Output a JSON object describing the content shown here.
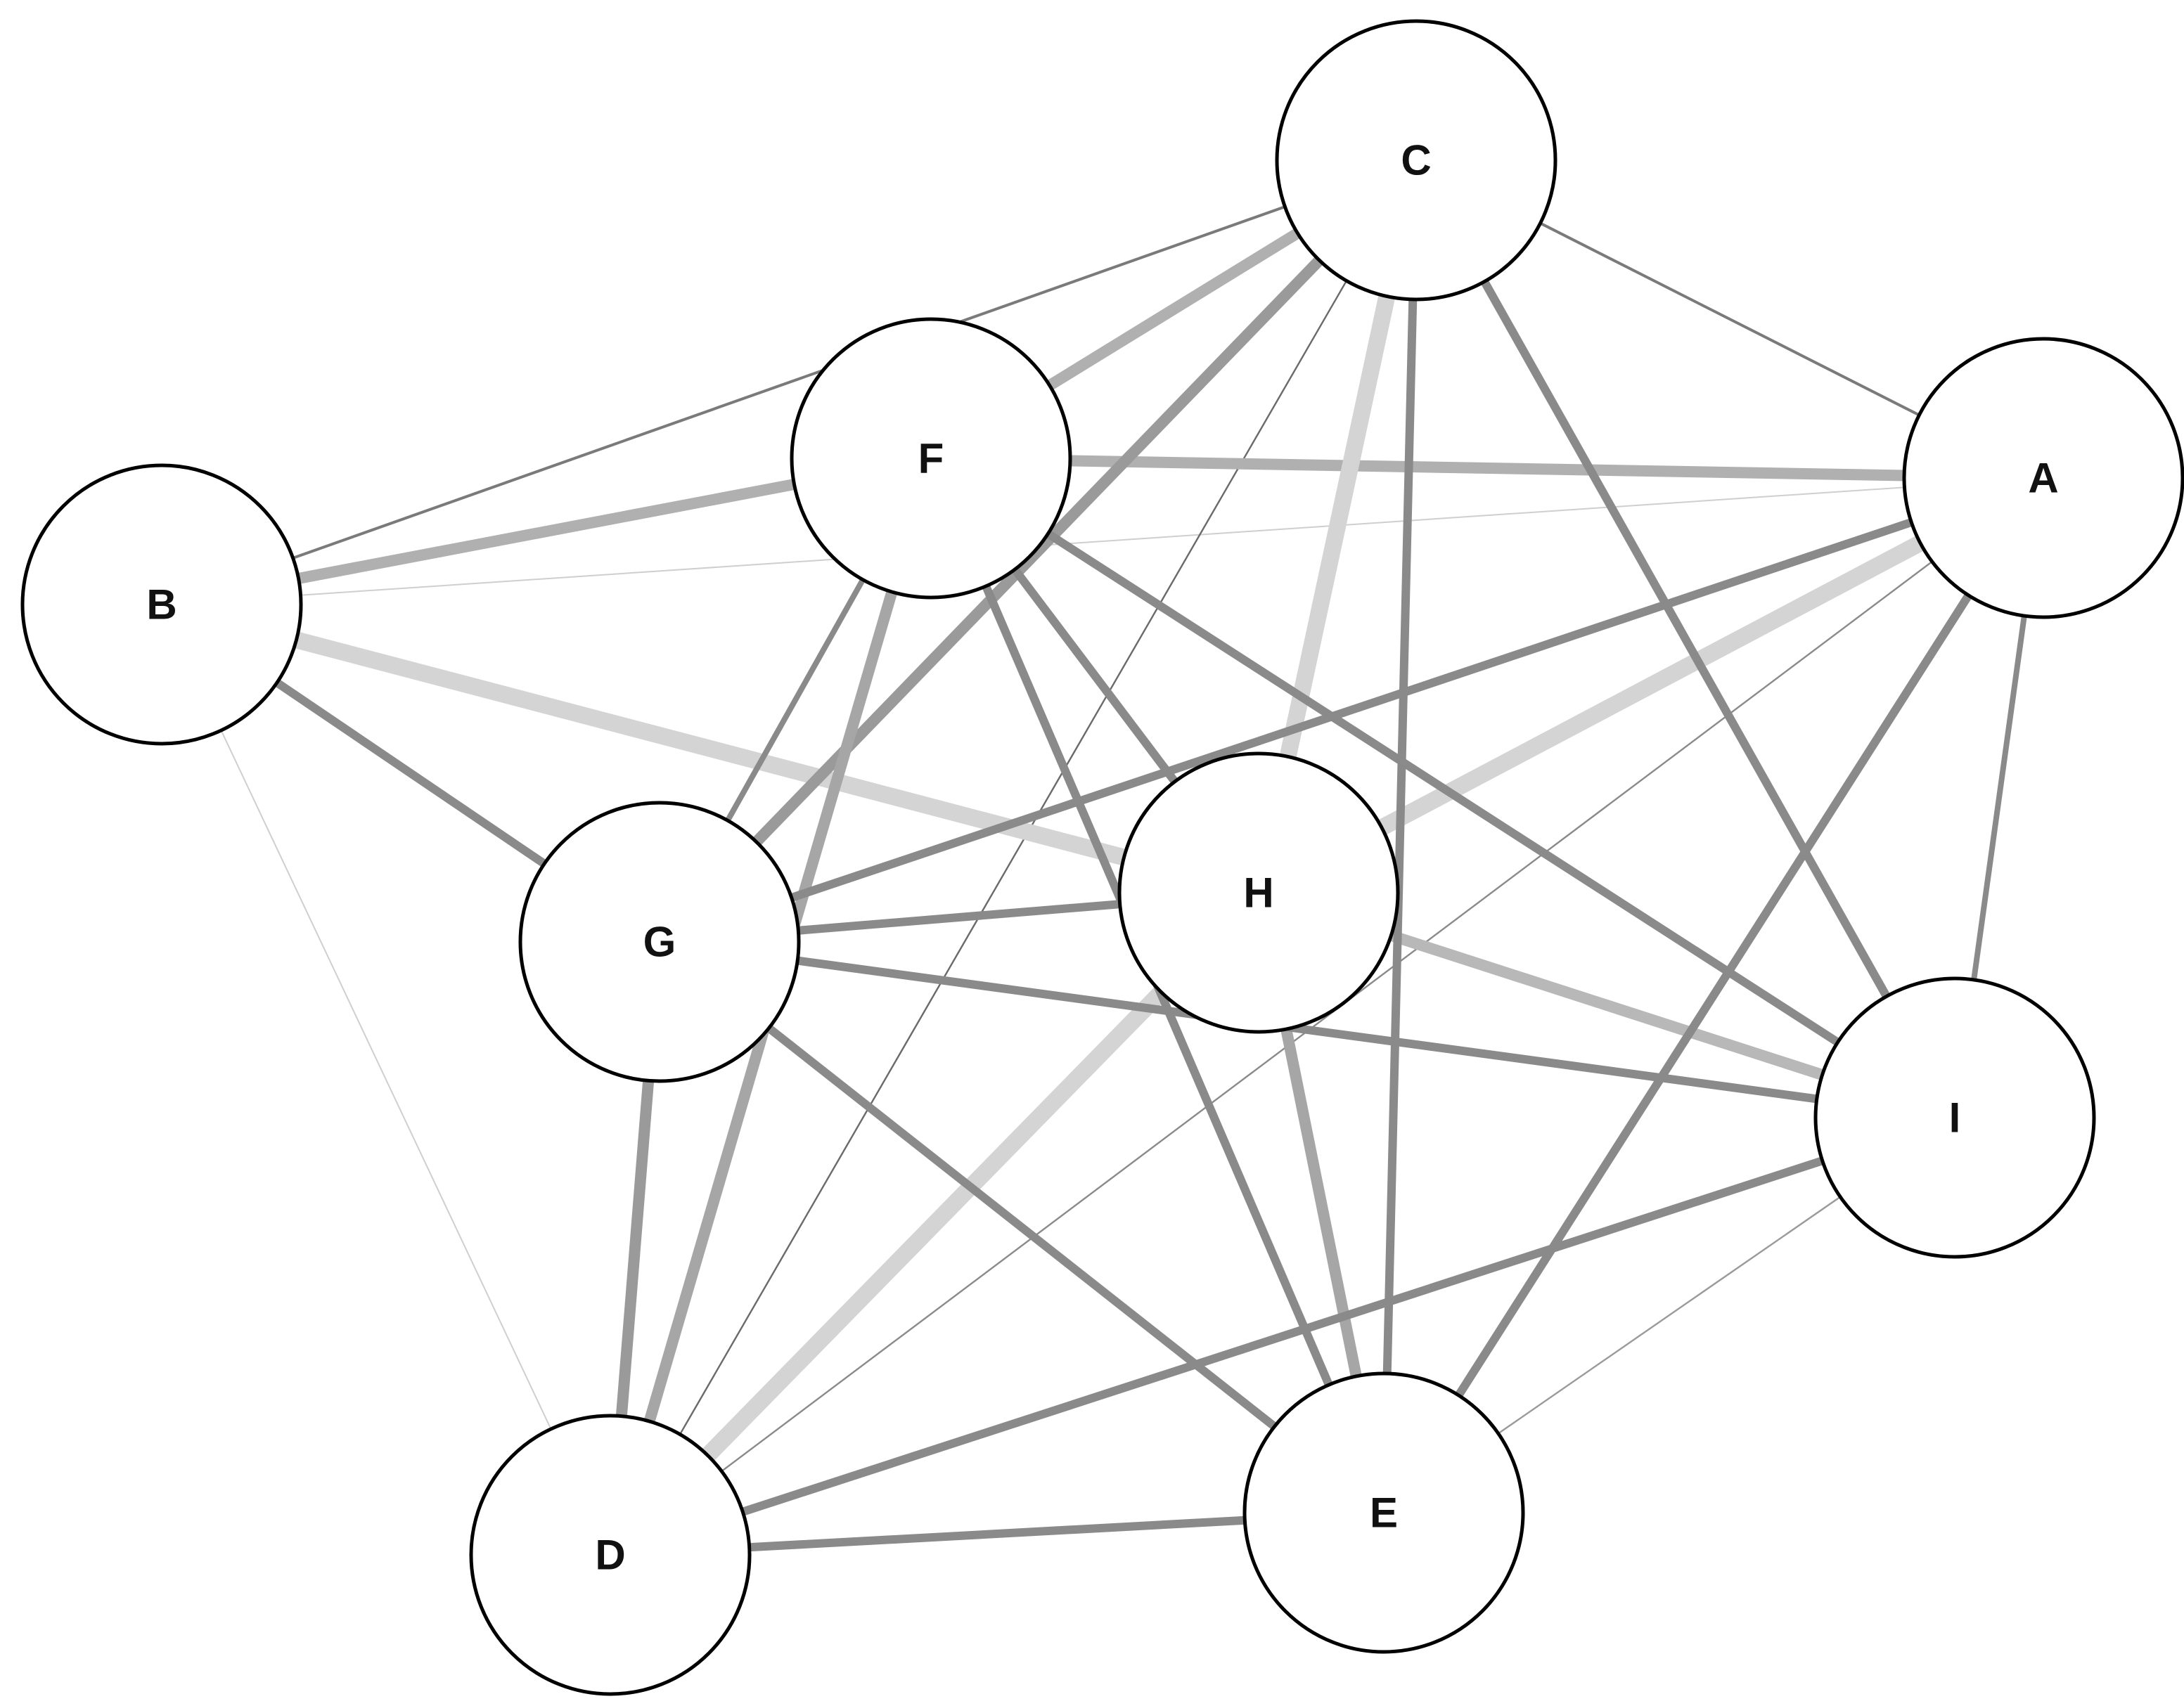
{
  "nodes": [
    {
      "id": "A",
      "label": "A"
    },
    {
      "id": "B",
      "label": "B"
    },
    {
      "id": "C",
      "label": "C"
    },
    {
      "id": "D",
      "label": "D"
    },
    {
      "id": "E",
      "label": "E"
    },
    {
      "id": "F",
      "label": "F"
    },
    {
      "id": "G",
      "label": "G"
    },
    {
      "id": "H",
      "label": "H"
    },
    {
      "id": "I",
      "label": "I"
    }
  ],
  "edges": [
    {
      "source": "B",
      "target": "C",
      "weight": 1,
      "color": "#7a7a7a"
    },
    {
      "source": "C",
      "target": "A",
      "weight": 1,
      "color": "#7a7a7a"
    },
    {
      "source": "B",
      "target": "A",
      "weight": 0.5,
      "color": "#cfcfcf"
    },
    {
      "source": "B",
      "target": "D",
      "weight": 0.5,
      "color": "#cfcfcf"
    },
    {
      "source": "C",
      "target": "D",
      "weight": 0.6,
      "color": "#6a6a6a"
    },
    {
      "source": "A",
      "target": "D",
      "weight": 0.6,
      "color": "#8a8a8a"
    },
    {
      "source": "I",
      "target": "E",
      "weight": 0.6,
      "color": "#9a9a9a"
    },
    {
      "source": "C",
      "target": "F",
      "weight": 4,
      "color": "#b0b0b0"
    },
    {
      "source": "B",
      "target": "F",
      "weight": 4,
      "color": "#b0b0b0"
    },
    {
      "source": "F",
      "target": "A",
      "weight": 4,
      "color": "#b0b0b0"
    },
    {
      "source": "C",
      "target": "H",
      "weight": 6,
      "color": "#d4d4d4"
    },
    {
      "source": "B",
      "target": "H",
      "weight": 6,
      "color": "#d4d4d4"
    },
    {
      "source": "A",
      "target": "H",
      "weight": 6,
      "color": "#d4d4d4"
    },
    {
      "source": "H",
      "target": "D",
      "weight": 6,
      "color": "#d4d4d4"
    },
    {
      "source": "C",
      "target": "G",
      "weight": 4,
      "color": "#9a9a9a"
    },
    {
      "source": "F",
      "target": "D",
      "weight": 4,
      "color": "#a6a6a6"
    },
    {
      "source": "H",
      "target": "E",
      "weight": 4,
      "color": "#a6a6a6"
    },
    {
      "source": "H",
      "target": "I",
      "weight": 4,
      "color": "#b8b8b8"
    },
    {
      "source": "C",
      "target": "E",
      "weight": 3,
      "color": "#8a8a8a"
    },
    {
      "source": "C",
      "target": "I",
      "weight": 3,
      "color": "#8a8a8a"
    },
    {
      "source": "F",
      "target": "G",
      "weight": 2,
      "color": "#8a8a8a"
    },
    {
      "source": "F",
      "target": "H",
      "weight": 3,
      "color": "#8a8a8a"
    },
    {
      "source": "F",
      "target": "E",
      "weight": 3,
      "color": "#8a8a8a"
    },
    {
      "source": "F",
      "target": "I",
      "weight": 3,
      "color": "#8a8a8a"
    },
    {
      "source": "A",
      "target": "G",
      "weight": 3,
      "color": "#8a8a8a"
    },
    {
      "source": "A",
      "target": "E",
      "weight": 3,
      "color": "#8a8a8a"
    },
    {
      "source": "A",
      "target": "I",
      "weight": 2,
      "color": "#8a8a8a"
    },
    {
      "source": "B",
      "target": "G",
      "weight": 3,
      "color": "#8a8a8a"
    },
    {
      "source": "G",
      "target": "H",
      "weight": 3,
      "color": "#8a8a8a"
    },
    {
      "source": "G",
      "target": "I",
      "weight": 3,
      "color": "#8a8a8a"
    },
    {
      "source": "G",
      "target": "E",
      "weight": 3,
      "color": "#8a8a8a"
    },
    {
      "source": "G",
      "target": "D",
      "weight": 4,
      "color": "#9a9a9a"
    },
    {
      "source": "D",
      "target": "I",
      "weight": 3,
      "color": "#8a8a8a"
    },
    {
      "source": "D",
      "target": "E",
      "weight": 3,
      "color": "#8a8a8a"
    }
  ]
}
